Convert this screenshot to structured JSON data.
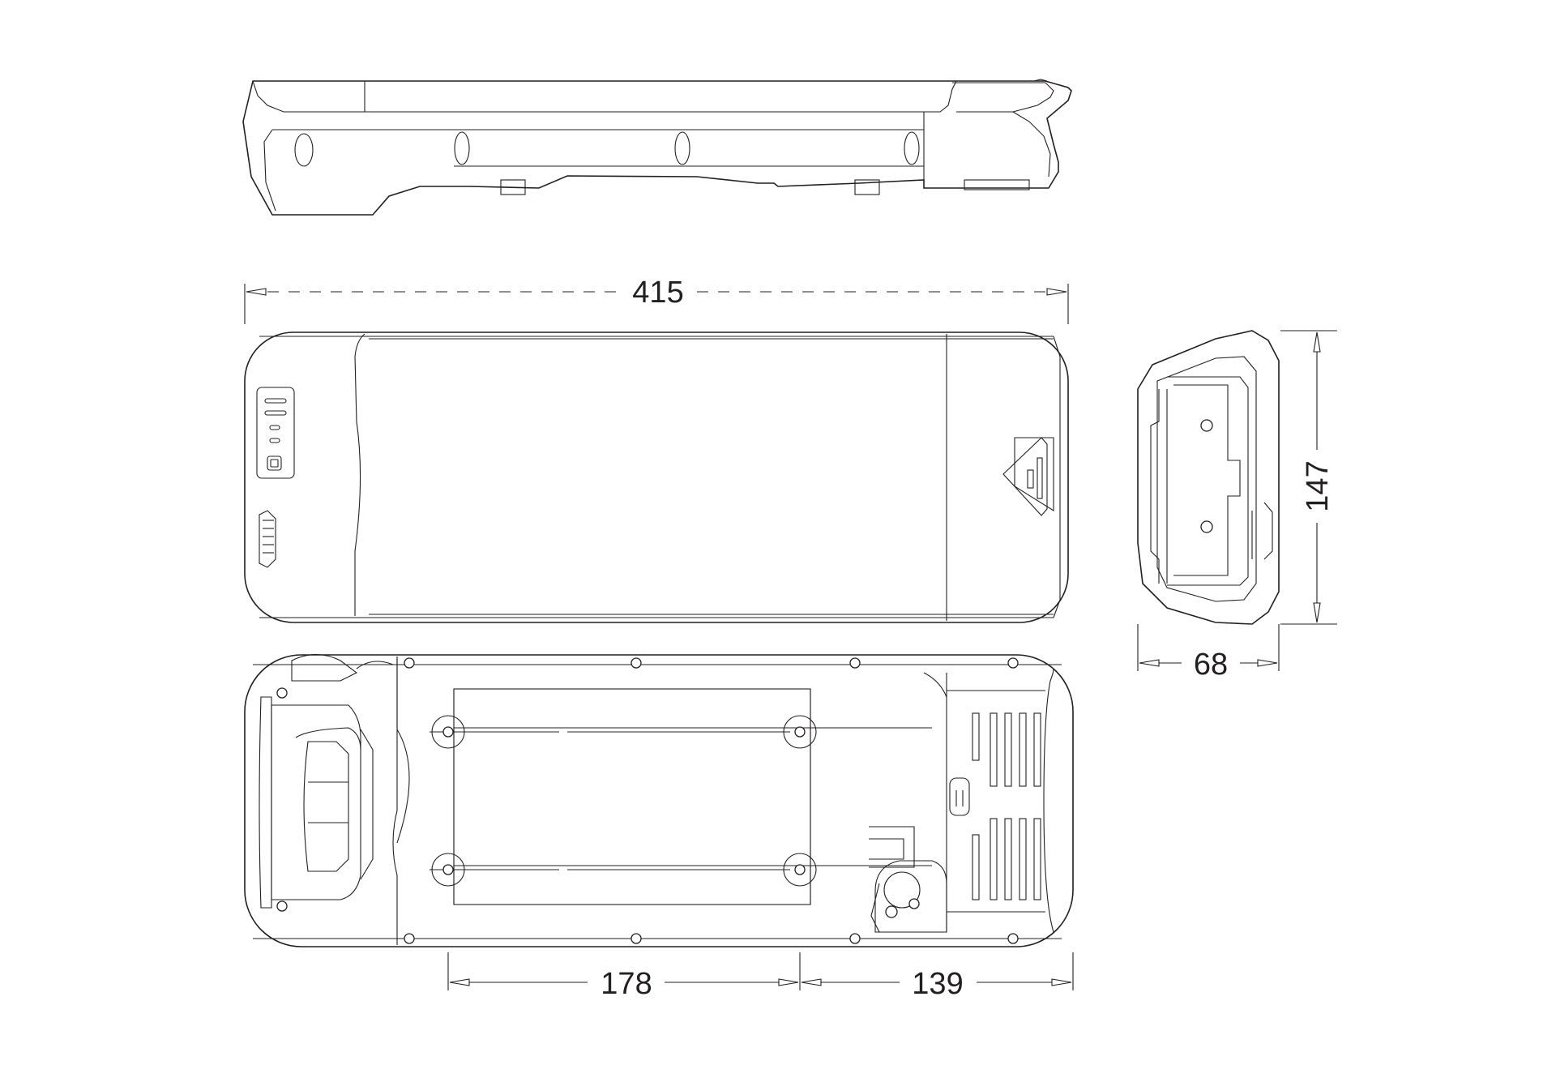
{
  "drawing": {
    "line_color": "#231f20",
    "background": "#ffffff",
    "dimensions": {
      "overall_length": "415",
      "height": "147",
      "width": "68",
      "mount_spacing": "178",
      "mount_to_end": "139"
    }
  }
}
